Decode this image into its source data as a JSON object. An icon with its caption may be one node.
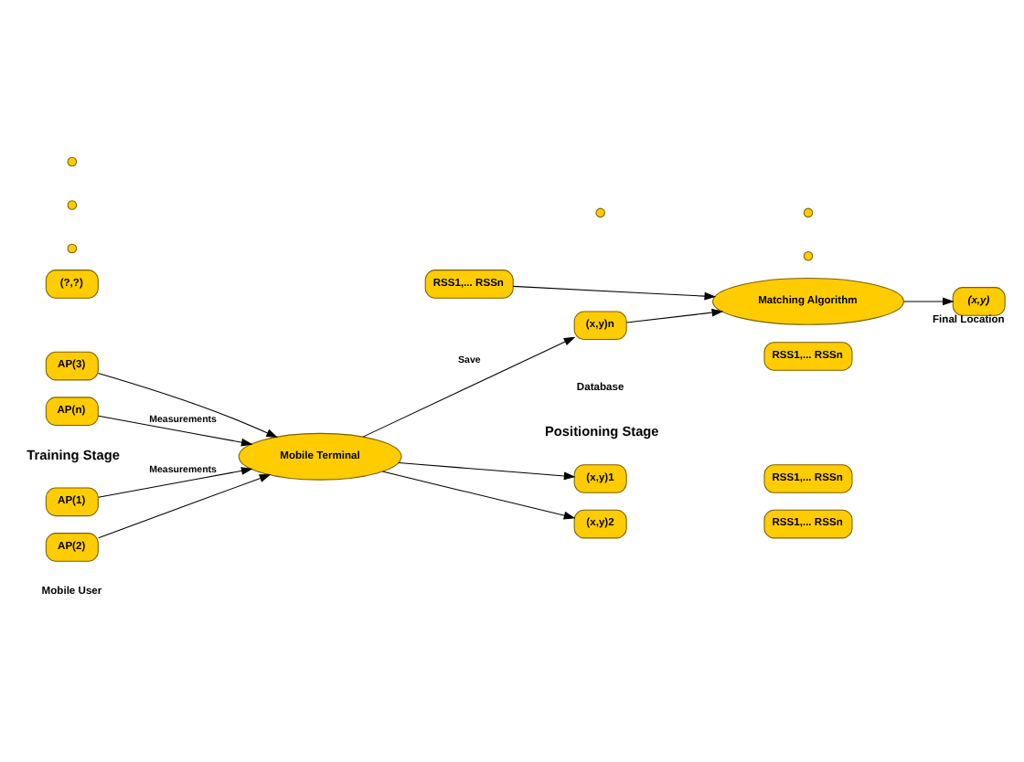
{
  "diagram": {
    "nodes": [
      {
        "text": [
          "AP(1)"
        ]
      },
      {
        "text": [
          "AP(2)"
        ]
      },
      {
        "text": [
          "AP(3)"
        ]
      },
      {
        "text": [],
        "shape": "circle"
      },
      {
        "text": [],
        "shape": "circle"
      },
      {
        "text": [],
        "shape": "circle"
      },
      {
        "text": [
          "AP(n)"
        ]
      },
      {
        "text": [
          "Mobile Terminal"
        ]
      },
      {
        "text": [
          "(x,y)1"
        ]
      },
      {
        "text": [
          "RSS1,... RSSn"
        ]
      },
      {
        "text": [
          "(x,y)2"
        ]
      },
      {
        "text": [
          "RSS1,... RSSn"
        ]
      },
      {
        "text": [],
        "shape": "circle"
      },
      {
        "text": [],
        "shape": "circle"
      },
      {
        "text": [],
        "shape": "circle"
      },
      {
        "text": [
          "(x,y)n"
        ]
      },
      {
        "text": [
          "RSS1,... RSSn"
        ]
      },
      {
        "text": [
          "(?,?)"
        ]
      },
      {
        "text": [
          "RSS1,... RSSn"
        ]
      },
      {
        "text": [
          "Matching Algorithm"
        ]
      },
      {
        "text": [
          "(x,y)"
        ],
        "beside": [
          "Final Location"
        ]
      }
    ],
    "edges": [
      {
        "from": 0,
        "to": 7,
        "arrow": "to",
        "label": "Measurements"
      },
      {
        "from": 1,
        "to": 7,
        "arrow": "to"
      },
      {
        "from": 2,
        "to": 7,
        "arrow": "to"
      },
      {
        "from": 6,
        "to": 7,
        "arrow": "to",
        "label": "Measurements"
      },
      {
        "from": 7,
        "to": 8,
        "arrow": "to"
      },
      {
        "from": 7,
        "to": 10,
        "arrow": "to"
      },
      {
        "from": 7,
        "to": 15,
        "arrow": "to",
        "label": "Save"
      },
      {
        "from": 15,
        "to": 19,
        "arrow": "to"
      },
      {
        "from": 18,
        "to": 19,
        "arrow": "to"
      },
      {
        "from": 19,
        "to": 20,
        "arrow": "to"
      }
    ],
    "labels": [
      "Training Stage",
      "Database",
      "Positioning Stage",
      "Mobile User"
    ]
  }
}
